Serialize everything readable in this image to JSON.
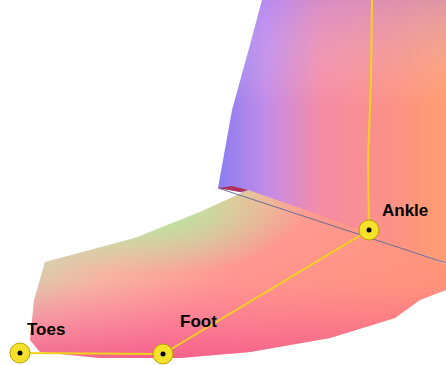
{
  "diagram": {
    "labels": [
      "Ankle",
      "Foot",
      "Toes"
    ]
  }
}
